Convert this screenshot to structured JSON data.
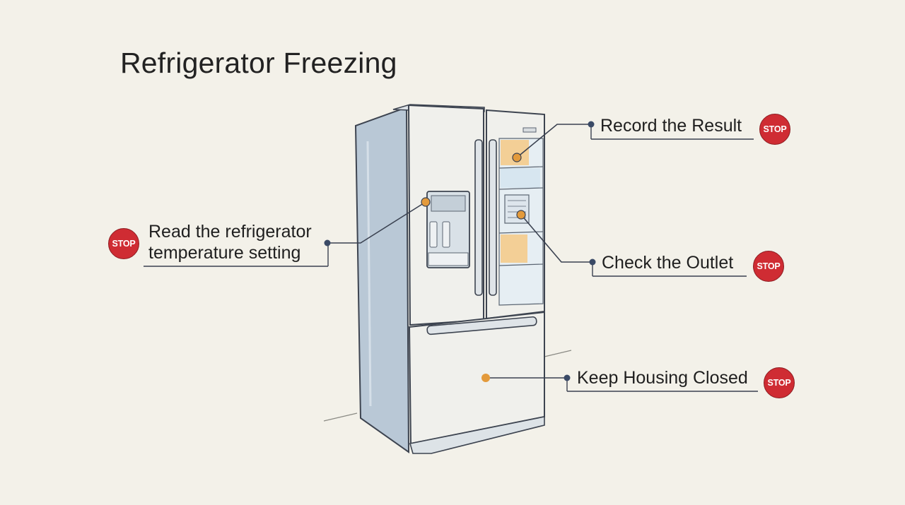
{
  "title": "Refrigerator Freezing",
  "callouts": [
    {
      "id": "record-result",
      "label": "Record the Result",
      "badge": "STOP"
    },
    {
      "id": "read-temp",
      "label": "Read the refrigerator temperature setting",
      "line1": "Read the refrigerator",
      "line2": "temperature setting",
      "badge": "STOP"
    },
    {
      "id": "check-outlet",
      "label": "Check the Outlet",
      "badge": "STOP"
    },
    {
      "id": "housing-closed",
      "label": "Keep Housing Closed",
      "badge": "STOP"
    }
  ],
  "colors": {
    "background": "#f3f1e9",
    "stop_badge": "#cf2c33",
    "marker_orange": "#e39a3b",
    "leader_line": "#3a4150",
    "fridge_side": "#b9c8d6",
    "fridge_front": "#f0f0ec"
  },
  "icons": {
    "stop_badge": "stop-sign-icon",
    "callout_marker": "orange-dot-marker",
    "line_end": "navy-dot-endpoint"
  }
}
